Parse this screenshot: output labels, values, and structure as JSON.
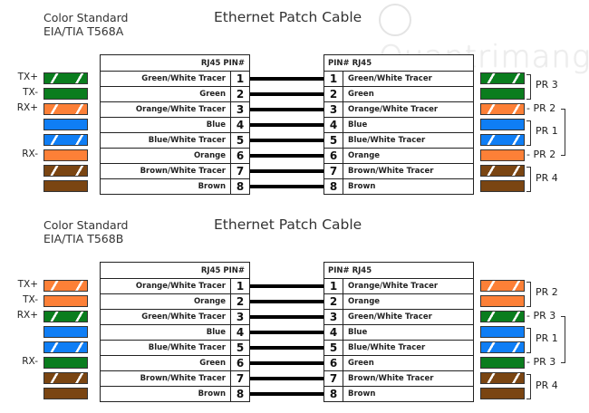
{
  "watermark": "Quantrimang",
  "colors": {
    "green": "#0a7d1e",
    "orange": "#fd8037",
    "blue": "#0f7ef5",
    "brown": "#7a4512",
    "wire": "#000000",
    "border": "#222222"
  },
  "sections": [
    {
      "standard_line1": "Color Standard",
      "standard_line2": "EIA/TIA T568A",
      "title": "Ethernet Patch Cable",
      "left_header": "RJ45 PIN#",
      "right_header": "PIN# RJ45",
      "signals": {
        "tx_plus": "TX+",
        "tx_minus": "TX-",
        "rx_plus": "RX+",
        "rx_minus": "RX-"
      },
      "rows": [
        {
          "pin": "1",
          "name": "Green/White Tracer",
          "color": "#0a7d1e",
          "tracer": true
        },
        {
          "pin": "2",
          "name": "Green",
          "color": "#0a7d1e",
          "tracer": false
        },
        {
          "pin": "3",
          "name": "Orange/White Tracer",
          "color": "#fd8037",
          "tracer": true
        },
        {
          "pin": "4",
          "name": "Blue",
          "color": "#0f7ef5",
          "tracer": false
        },
        {
          "pin": "5",
          "name": "Blue/White Tracer",
          "color": "#0f7ef5",
          "tracer": true
        },
        {
          "pin": "6",
          "name": "Orange",
          "color": "#fd8037",
          "tracer": false
        },
        {
          "pin": "7",
          "name": "Brown/White Tracer",
          "color": "#7a4512",
          "tracer": true
        },
        {
          "pin": "8",
          "name": "Brown",
          "color": "#7a4512",
          "tracer": false
        }
      ],
      "pairs": {
        "p12": "PR 3",
        "p3": "- PR 2",
        "p45": "PR 1",
        "p6": "- PR 2",
        "p78": "PR 4"
      }
    },
    {
      "standard_line1": "Color Standard",
      "standard_line2": "EIA/TIA T568B",
      "title": "Ethernet Patch Cable",
      "left_header": "RJ45 PIN#",
      "right_header": "PIN# RJ45",
      "signals": {
        "tx_plus": "TX+",
        "tx_minus": "TX-",
        "rx_plus": "RX+",
        "rx_minus": "RX-"
      },
      "rows": [
        {
          "pin": "1",
          "name": "Orange/White Tracer",
          "color": "#fd8037",
          "tracer": true
        },
        {
          "pin": "2",
          "name": "Orange",
          "color": "#fd8037",
          "tracer": false
        },
        {
          "pin": "3",
          "name": "Green/White Tracer",
          "color": "#0a7d1e",
          "tracer": true
        },
        {
          "pin": "4",
          "name": "Blue",
          "color": "#0f7ef5",
          "tracer": false
        },
        {
          "pin": "5",
          "name": "Blue/White Tracer",
          "color": "#0f7ef5",
          "tracer": true
        },
        {
          "pin": "6",
          "name": "Green",
          "color": "#0a7d1e",
          "tracer": false
        },
        {
          "pin": "7",
          "name": "Brown/White Tracer",
          "color": "#7a4512",
          "tracer": true
        },
        {
          "pin": "8",
          "name": "Brown",
          "color": "#7a4512",
          "tracer": false
        }
      ],
      "pairs": {
        "p12": "PR 2",
        "p3": "- PR 3",
        "p45": "PR 1",
        "p6": "- PR 3",
        "p78": "PR 4"
      }
    }
  ]
}
